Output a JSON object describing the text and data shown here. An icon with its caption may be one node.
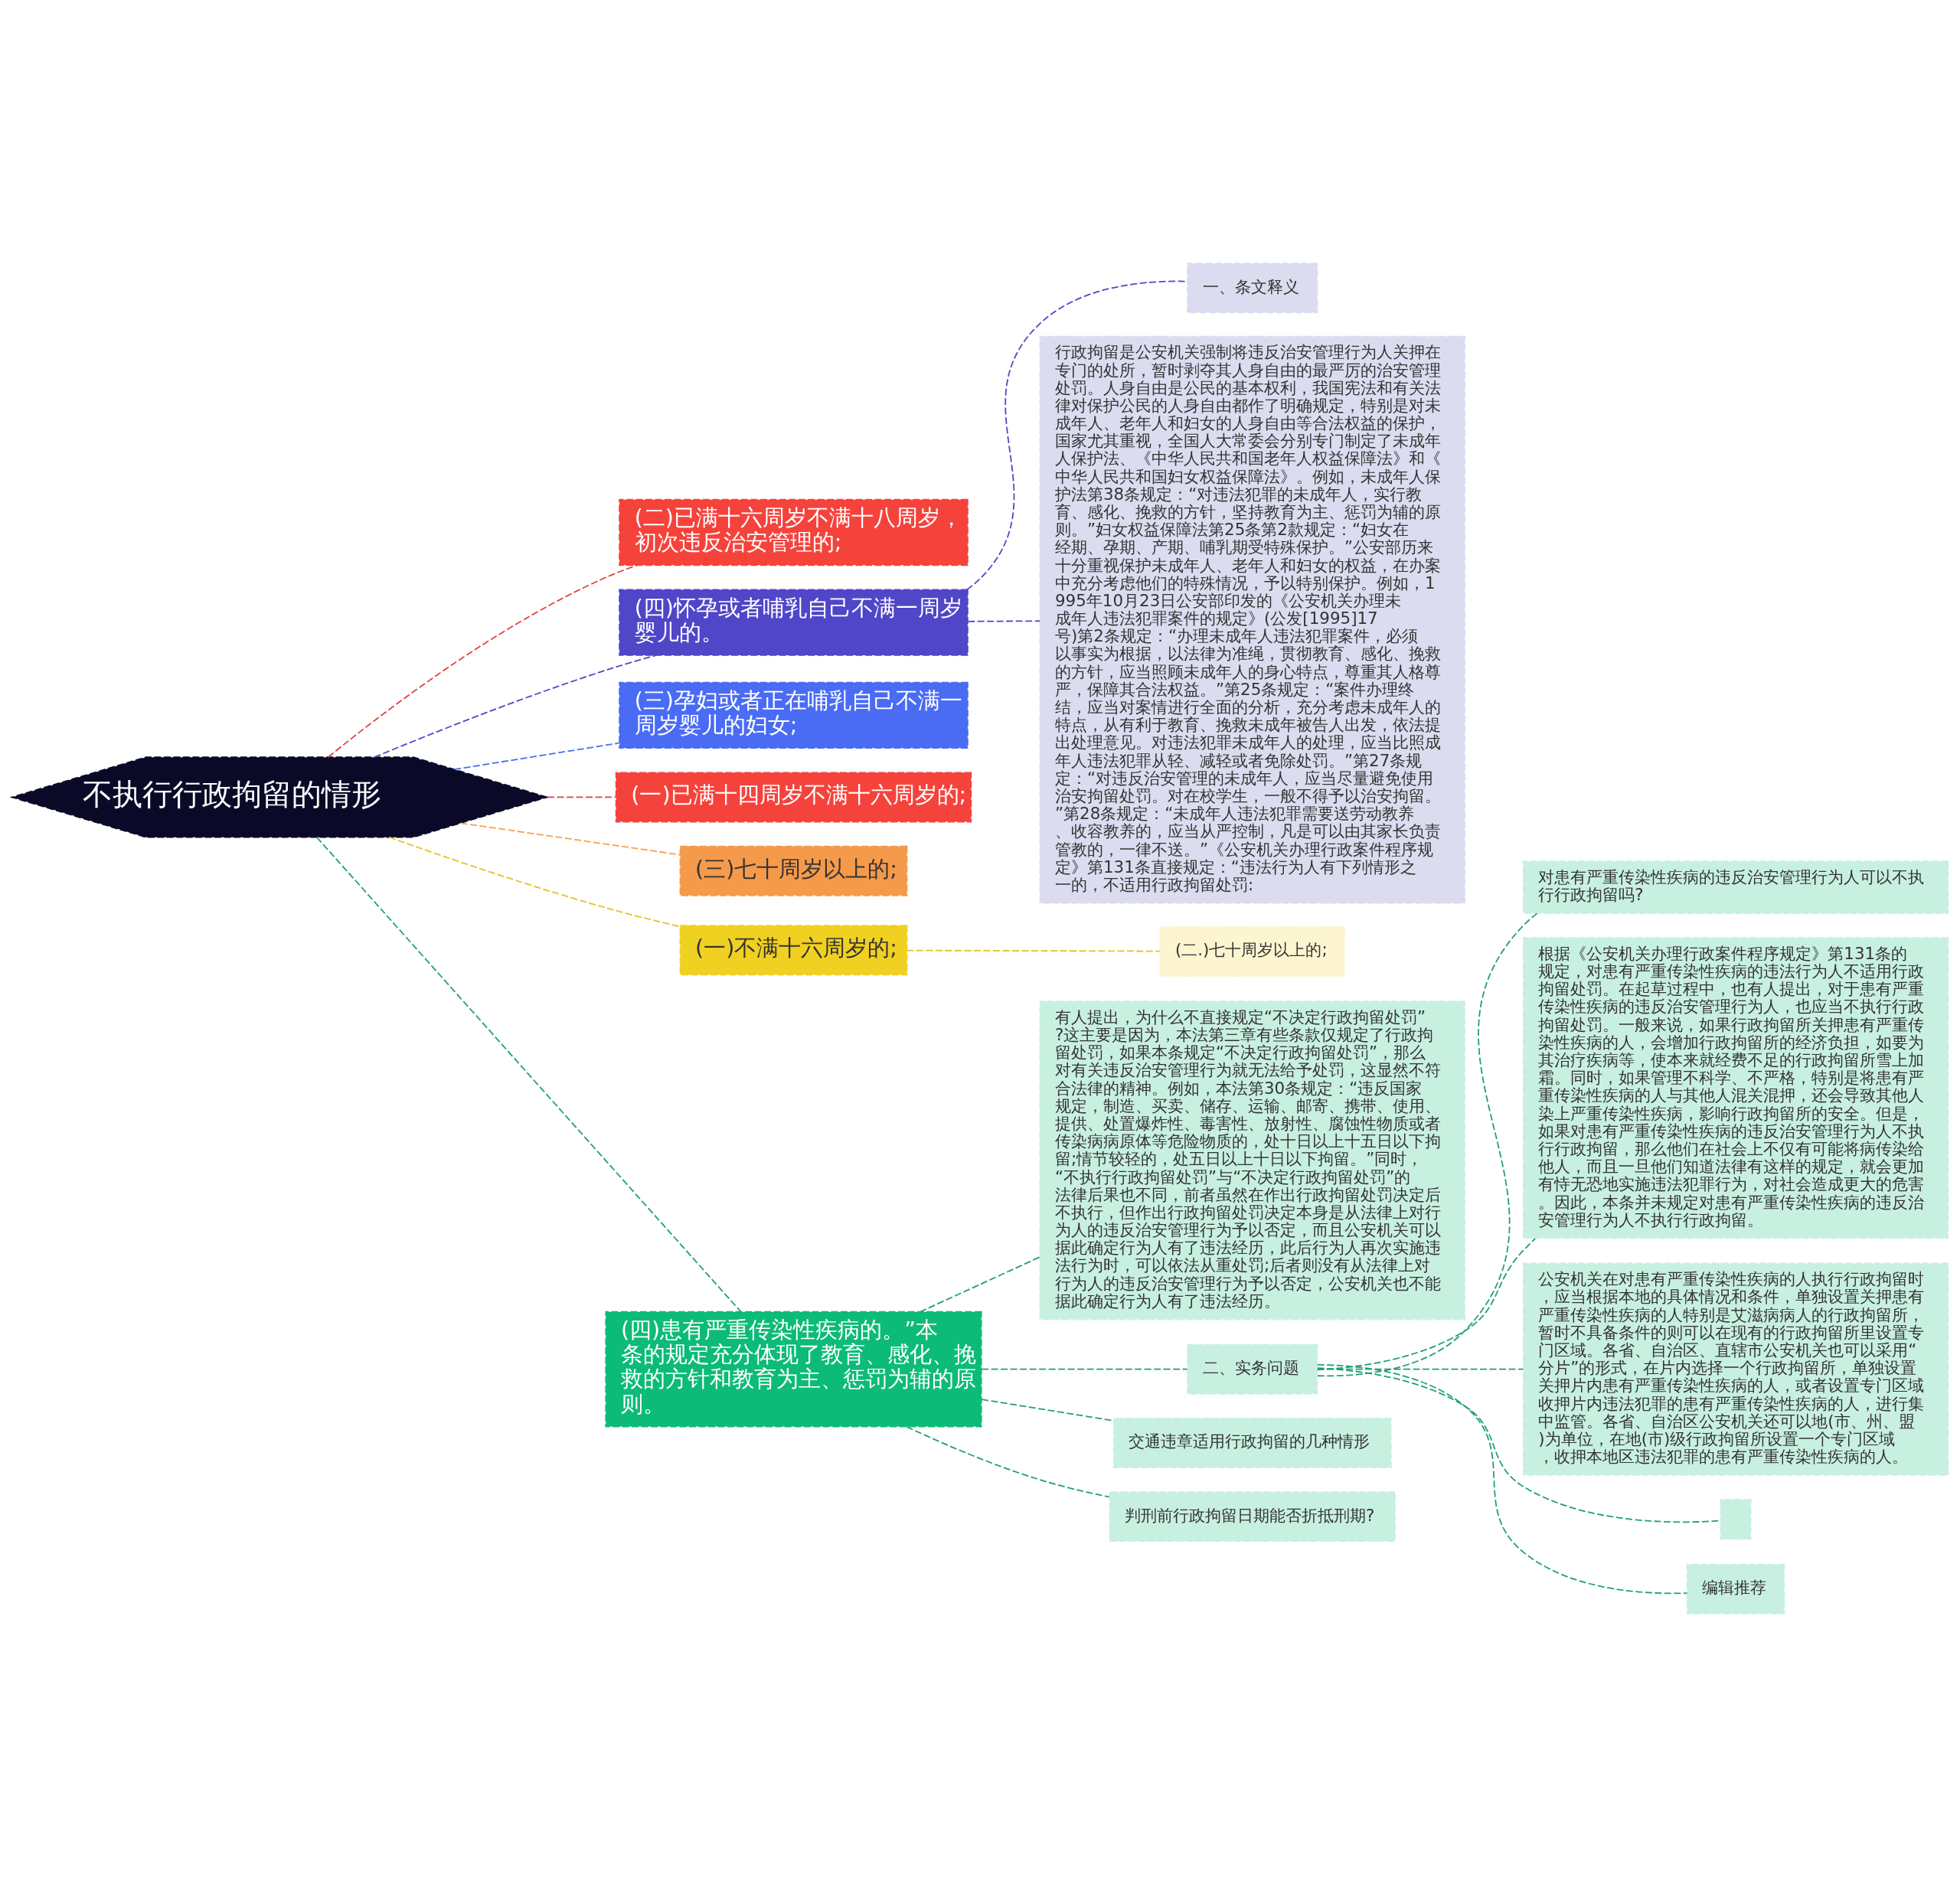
{
  "diagram": {
    "nodes": [
      {
        "text": [
          "不执行行政拘留的情形"
        ]
      },
      {
        "text": [
          "(二)已满十六周岁不满十八周岁，初次违反治安管理的;"
        ]
      },
      {
        "text": [
          "(四)怀孕或者哺乳自己不满一周岁婴儿的。"
        ]
      },
      {
        "text": [
          "一、条文释义"
        ]
      },
      {
        "text": [
          "行政拘留是公安机关强制将违反治安管理行为人关押在专门的处所，暂时剥夺其人身自由的最严厉的治安管理处罚。人身自由是公民的基本权利，我国宪法和有关法律对保护公民的人身自由都作了明确规定，特别是对未成年人、老年人和妇女的人身自由等合法权益的保护，国家尤其重视，全国人大常委会分别专门制定了未成年人保护法、《中华人民共和国老年人权益保障法》和《中华人民共和国妇女权益保障法》。例如，未成年人保护法第38条规定：“对违法犯罪的未成年人，实行教育、感化、挽救的方针，坚持教育为主、惩罚为辅的原则。”妇女权益保障法第25条第2款规定：“妇女在经期、孕期、产期、哺乳期受特殊保护。”公安部历来十分重视保护未成年人、老年人和妇女的权益，在办案中充分考虑他们的特殊情况，予以特别保护。例如，1995年10月23日公安部印发的《公安机关办理未成年人违法犯罪案件的规定》(公发[1995]17号)第2条规定：“办理未成年人违法犯罪案件，必须以事实为根据，以法律为准绳，贯彻教育、感化、挽救的方针，应当照顾未成年人的身心特点，尊重其人格尊严，保障其合法权益。”第25条规定：“案件办理终结，应当对案情进行全面的分析，充分考虑未成年人的特点，从有利于教育、挽救未成年被告人出发，依法提出处理意见。对违法犯罪未成年人的处理，应当比照成年人违法犯罪从轻、减轻或者免除处罚。”第27条规定：“对违反治安管理的未成年人，应当尽量避免使用治安拘留处罚。对在校学生，一般不得予以治安拘留。”第28条规定：“未成年人违法犯罪需要送劳动教养、收容教养的，应当从严控制，凡是可以由其家长负责管教的，一律不送。”《公安机关办理行政案件程序规定》第131条直接规定：“违法行为人有下列情形之一的，不适用行政拘留处罚:"
        ]
      },
      {
        "text": [
          "(三)孕妇或者正在哺乳自己不满一周岁婴儿的妇女;"
        ]
      },
      {
        "text": [
          "(一)已满十四周岁不满十六周岁的;"
        ]
      },
      {
        "text": [
          "(三)七十周岁以上的;"
        ]
      },
      {
        "text": [
          "(一)不满十六周岁的;"
        ]
      },
      {
        "text": [
          "(二.)七十周岁以上的;"
        ]
      },
      {
        "text": [
          "(四)患有严重传染性疾病的。”本条的规定充分体现了教育、感化、挽救的方针和教育为主、惩罚为辅的原则。"
        ]
      },
      {
        "text": [
          "有人提出，为什么不直接规定“不决定行政拘留处罚”?这主要是因为，本法第三章有些条款仅规定了行政拘留处罚，如果本条规定“不决定行政拘留处罚”，那么对有关违反治安管理行为就无法给予处罚，这显然不符合法律的精神。例如，本法第30条规定：“违反国家规定，制造、买卖、储存、运输、邮寄、携带、使用、提供、处置爆炸性、毒害性、放射性、腐蚀性物质或者传染病病原体等危险物质的，处十日以上十五日以下拘留;情节较轻的，处五日以上十日以下拘留。”同时，“不执行行政拘留处罚”与“不决定行政拘留处罚”的法律后果也不同，前者虽然在作出行政拘留处罚决定后不执行，但作出行政拘留处罚决定本身是从法律上对行为人的违反治安管理行为予以否定，而且公安机关可以据此确定行为人有了违法经历，此后行为人再次实施违法行为时，可以依法从重处罚;后者则没有从法律上对行为人的违反治安管理行为予以否定，公安机关也不能据此确定行为人有了违法经历。"
        ]
      },
      {
        "text": [
          "二、实务问题"
        ]
      },
      {
        "text": [
          "对患有严重传染性疾病的违反治安管理行为人可以不执行行政拘留吗?"
        ]
      },
      {
        "text": [
          "根据《公安机关办理行政案件程序规定》第131条的规定，对患有严重传染性疾病的违法行为人不适用行政拘留处罚。在起草过程中，也有人提出，对于患有严重传染性疾病的违反治安管理行为人，也应当不执行行政拘留处罚。一般来说，如果行政拘留所关押患有严重传染性疾病的人，会增加行政拘留所的经济负担，如要为其治疗疾病等，使本来就经费不足的行政拘留所雪上加霜。同时，如果管理不科学、不严格，特别是将患有严重传染性疾病的人与其他人混关混押，还会导致其他人染上严重传染性疾病，影响行政拘留所的安全。但是，如果对患有严重传染性疾病的违反治安管理行为人不执行行政拘留，那么他们在社会上不仅有可能将病传染给他人，而且一旦他们知道法律有这样的规定，就会更加有恃无恐地实施违法犯罪行为，对社会造成更大的危害。因此，本条并未规定对患有严重传染性疾病的违反治安管理行为人不执行行政拘留。"
        ]
      },
      {
        "text": [
          "公安机关在对患有严重传染性疾病的人执行行政拘留时，应当根据本地的具体情况和条件，单独设置关押患有严重传染性疾病的人特别是艾滋病病人的行政拘留所，暂时不具备条件的则可以在现有的行政拘留所里设置专门区域。各省、自治区、直辖市公安机关也可以采用“分片”的形式，在片内选择一个行政拘留所，单独设置关押片内患有严重传染性疾病的人，或者设置专门区域收押片内违法犯罪的患有严重传染性疾病的人，进行集中监管。各省、自治区公安机关还可以地(市、州、盟)为单位，在地(市)级行政拘留所设置一个专门区域，收押本地区违法犯罪的患有严重传染性疾病的人。"
        ]
      },
      {
        "text": [],
        "shape": "box"
      },
      {
        "text": [
          "编辑推荐"
        ]
      },
      {
        "text": [
          "交通违章适用行政拘留的几种情形"
        ]
      },
      {
        "text": [
          "判刑前行政拘留日期能否折抵刑期?"
        ]
      }
    ],
    "edges": [
      {
        "from": 0,
        "to": 1,
        "arrow": "none",
        "style": "dashed",
        "color": "#e04040"
      },
      {
        "from": 0,
        "to": 2,
        "arrow": "none",
        "style": "dashed",
        "color": "#5046c8"
      },
      {
        "from": 2,
        "to": 3,
        "arrow": "none",
        "style": "dashed",
        "color": "#5046c8"
      },
      {
        "from": 2,
        "to": 4,
        "arrow": "none",
        "style": "dashed",
        "color": "#5046c8"
      },
      {
        "from": 0,
        "to": 5,
        "arrow": "none",
        "style": "dashed",
        "color": "#4a6cf5"
      },
      {
        "from": 0,
        "to": 6,
        "arrow": "none",
        "style": "dashed",
        "color": "#e04040"
      },
      {
        "from": 0,
        "to": 7,
        "arrow": "none",
        "style": "dashed",
        "color": "#f5a04a"
      },
      {
        "from": 0,
        "to": 8,
        "arrow": "none",
        "style": "dashed",
        "color": "#e8c020"
      },
      {
        "from": 8,
        "to": 9,
        "arrow": "none",
        "style": "dashed",
        "color": "#e8c020"
      },
      {
        "from": 0,
        "to": 10,
        "arrow": "none",
        "style": "dashed",
        "color": "#20a070"
      },
      {
        "from": 10,
        "to": 11,
        "arrow": "none",
        "style": "dashed",
        "color": "#20a070"
      },
      {
        "from": 10,
        "to": 12,
        "arrow": "none",
        "style": "dashed",
        "color": "#20a070"
      },
      {
        "from": 12,
        "to": 13,
        "arrow": "none",
        "style": "dashed",
        "color": "#20a070"
      },
      {
        "from": 12,
        "to": 14,
        "arrow": "none",
        "style": "dashed",
        "color": "#20a070"
      },
      {
        "from": 12,
        "to": 15,
        "arrow": "none",
        "style": "dashed",
        "color": "#20a070"
      },
      {
        "from": 12,
        "to": 16,
        "arrow": "none",
        "style": "dashed",
        "color": "#20a070"
      },
      {
        "from": 12,
        "to": 17,
        "arrow": "none",
        "style": "dashed",
        "color": "#20a070"
      },
      {
        "from": 10,
        "to": 18,
        "arrow": "none",
        "style": "dashed",
        "color": "#20a070"
      },
      {
        "from": 10,
        "to": 19,
        "arrow": "none",
        "style": "dashed",
        "color": "#20a070"
      }
    ]
  }
}
